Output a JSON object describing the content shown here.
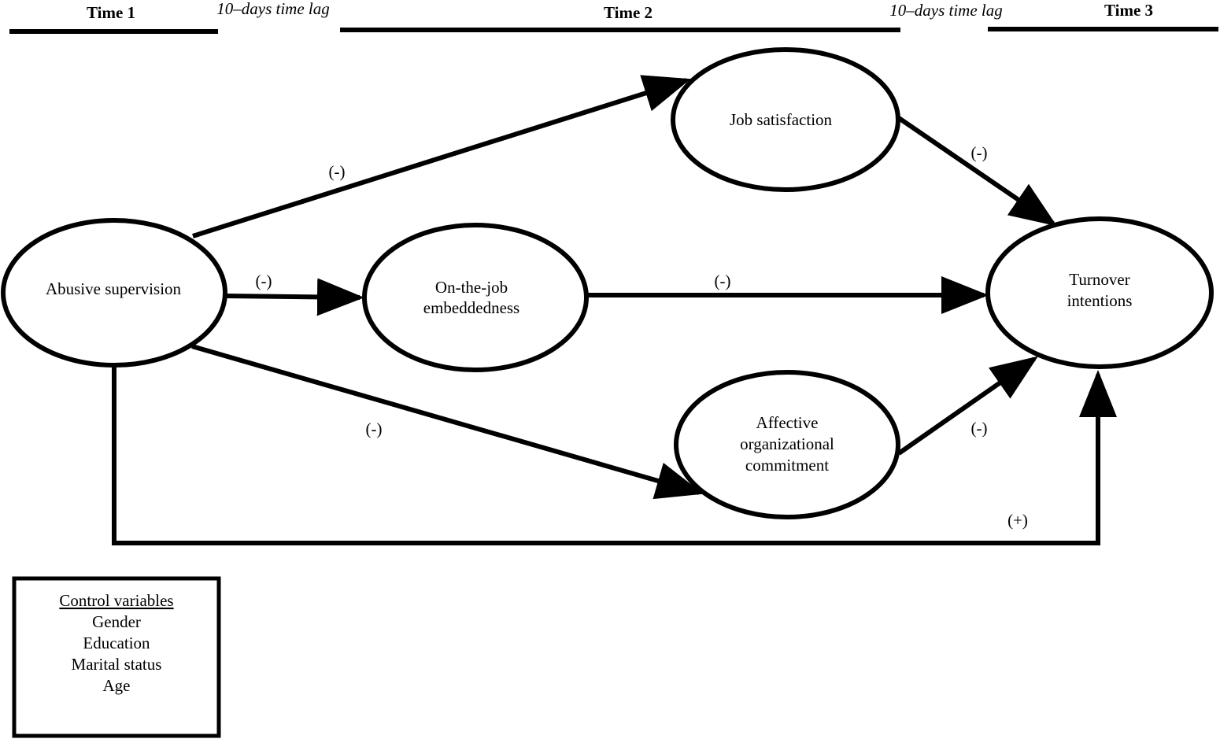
{
  "timeline": {
    "time1": "Time 1",
    "lag1": "10–days time lag",
    "time2": "Time 2",
    "lag2": "10–days time lag",
    "time3": "Time 3"
  },
  "nodes": {
    "abusive_supervision": "Abusive supervision",
    "job_satisfaction": "Job satisfaction",
    "embeddedness_line1": "On-the-job",
    "embeddedness_line2": "embeddedness",
    "commitment_line1": "Affective",
    "commitment_line2": "organizational",
    "commitment_line3": "commitment",
    "turnover_line1": "Turnover",
    "turnover_line2": "intentions"
  },
  "paths": {
    "abuse_to_satisfaction": "(-)",
    "abuse_to_embeddedness": "(-)",
    "abuse_to_commitment": "(-)",
    "satisfaction_to_turnover": "(-)",
    "embeddedness_to_turnover": "(-)",
    "commitment_to_turnover": "(-)",
    "abuse_to_turnover": "(+)"
  },
  "controls": {
    "title": "Control variables",
    "items": [
      "Gender",
      "Education",
      "Marital status",
      "Age"
    ]
  }
}
